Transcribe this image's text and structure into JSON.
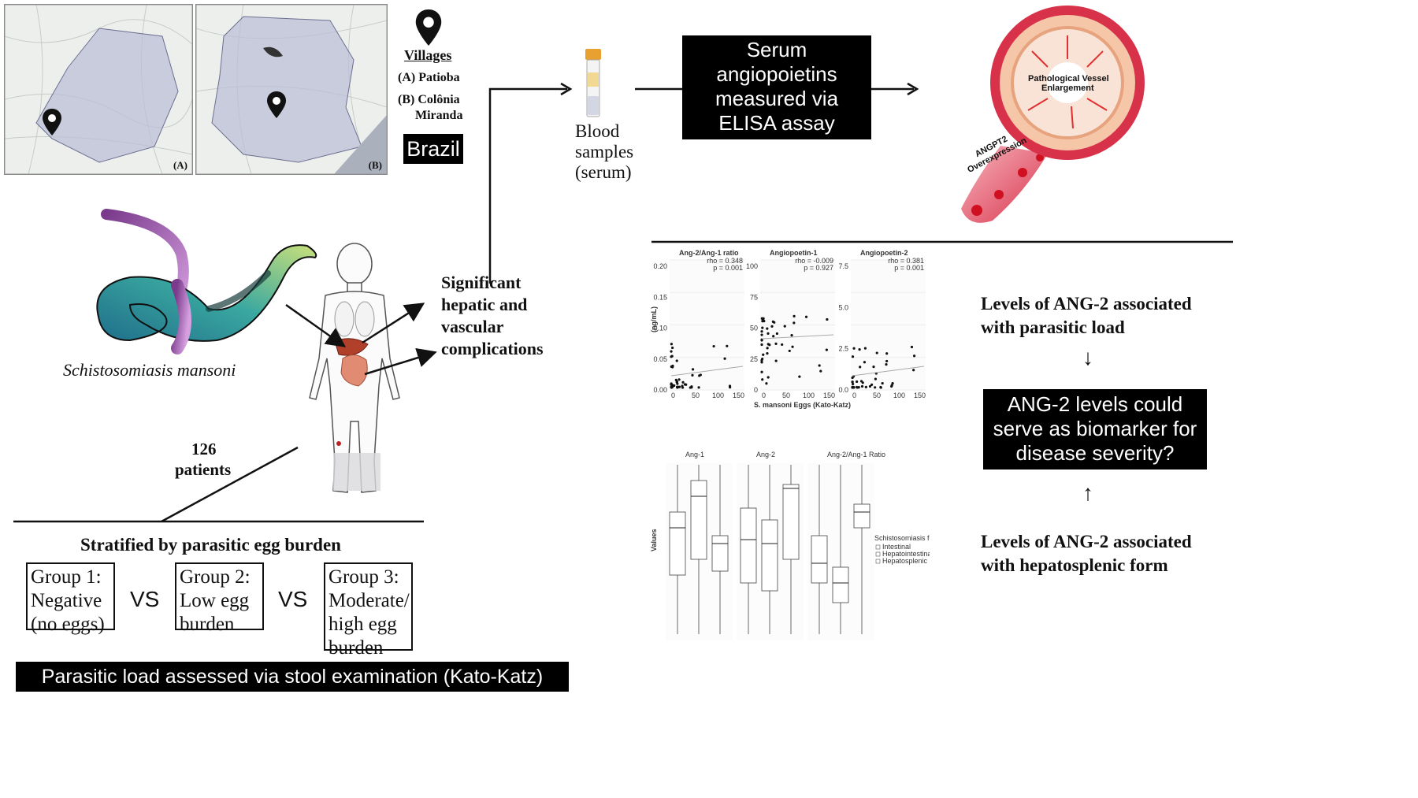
{
  "map_panel": {
    "villages_heading": "Villages",
    "village_a": "(A) Patioba",
    "village_b_line1": "(B) Colônia",
    "village_b_line2": "Miranda",
    "country": "Brazil",
    "map_a_label": "(A)",
    "map_b_label": "(B)"
  },
  "left_panel": {
    "organism": "Schistosomiasis mansoni",
    "patients_count": "126",
    "patients_label": "patients",
    "complications_line1": "Significant",
    "complications_line2": "hepatic and",
    "complications_line3": "vascular",
    "complications_line4": "complications"
  },
  "stratification": {
    "heading": "Stratified by parasitic egg burden",
    "group1": [
      "Group 1:",
      "Negative",
      "(no eggs)"
    ],
    "group2": [
      "Group 2:",
      "Low egg",
      "burden"
    ],
    "group3": [
      "Group 3:",
      "Moderate/",
      "high egg",
      "burden"
    ],
    "vs": "VS",
    "method": "Parasitic load assessed via stool examination (Kato-Katz)"
  },
  "blood": {
    "line1": "Blood",
    "line2": "samples",
    "line3": "(serum)"
  },
  "serum_box": [
    "Serum",
    "angiopoietins",
    "measured via",
    "ELISA assay"
  ],
  "vessel": {
    "label_line1": "Pathological Vessel",
    "label_line2": "Enlargement",
    "overexpression_line1": "ANGPT2",
    "overexpression_line2": "Overexpression"
  },
  "scatter_panel": {
    "titles": [
      "Ang-2/Ang-1 ratio",
      "Angiopoetin-1",
      "Angiopoetin-2"
    ],
    "stats": [
      {
        "rho": "rho = 0.348",
        "p": "p = 0.001"
      },
      {
        "rho": "rho = -0.009",
        "p": "p = 0.927"
      },
      {
        "rho": "rho = 0.381",
        "p": "p = 0.001"
      }
    ],
    "ylabel": "(ng/mL)",
    "xlabel": "S. mansoni Eggs (Kato-Katz)",
    "y_ticks_1": [
      "0.20",
      "0.15",
      "0.10",
      "0.05",
      "0.00"
    ],
    "y_ticks_2": [
      "100",
      "75",
      "50",
      "25",
      "0"
    ],
    "y_ticks_3": [
      "7.5",
      "5.0",
      "2.5",
      "0.0"
    ],
    "x_ticks": [
      "0",
      "50",
      "100",
      "150"
    ]
  },
  "box_panel": {
    "titles": [
      "Ang-1",
      "Ang-2",
      "Ang-2/Ang-1 Ratio"
    ],
    "ylabel": "Values",
    "legend_title": "Schistosomiasis form",
    "legend_items": [
      "Intestinal",
      "Hepatointestinal",
      "Hepatosplenic"
    ]
  },
  "conclusions": {
    "top_line1": "Levels of ANG-2 associated",
    "top_line2": "with parasitic load",
    "box_line1": "ANG-2 levels could",
    "box_line2": "serve as biomarker for",
    "box_line3": "disease severity?",
    "bottom_line1": "Levels of ANG-2 associated",
    "bottom_line2": "with hepatosplenic form"
  },
  "colors": {
    "black": "#000000",
    "vessel_red": "#d8324a",
    "worm_teal": "#3aa8a0",
    "worm_purple": "#a64fb8",
    "liver": "#b0402a"
  }
}
